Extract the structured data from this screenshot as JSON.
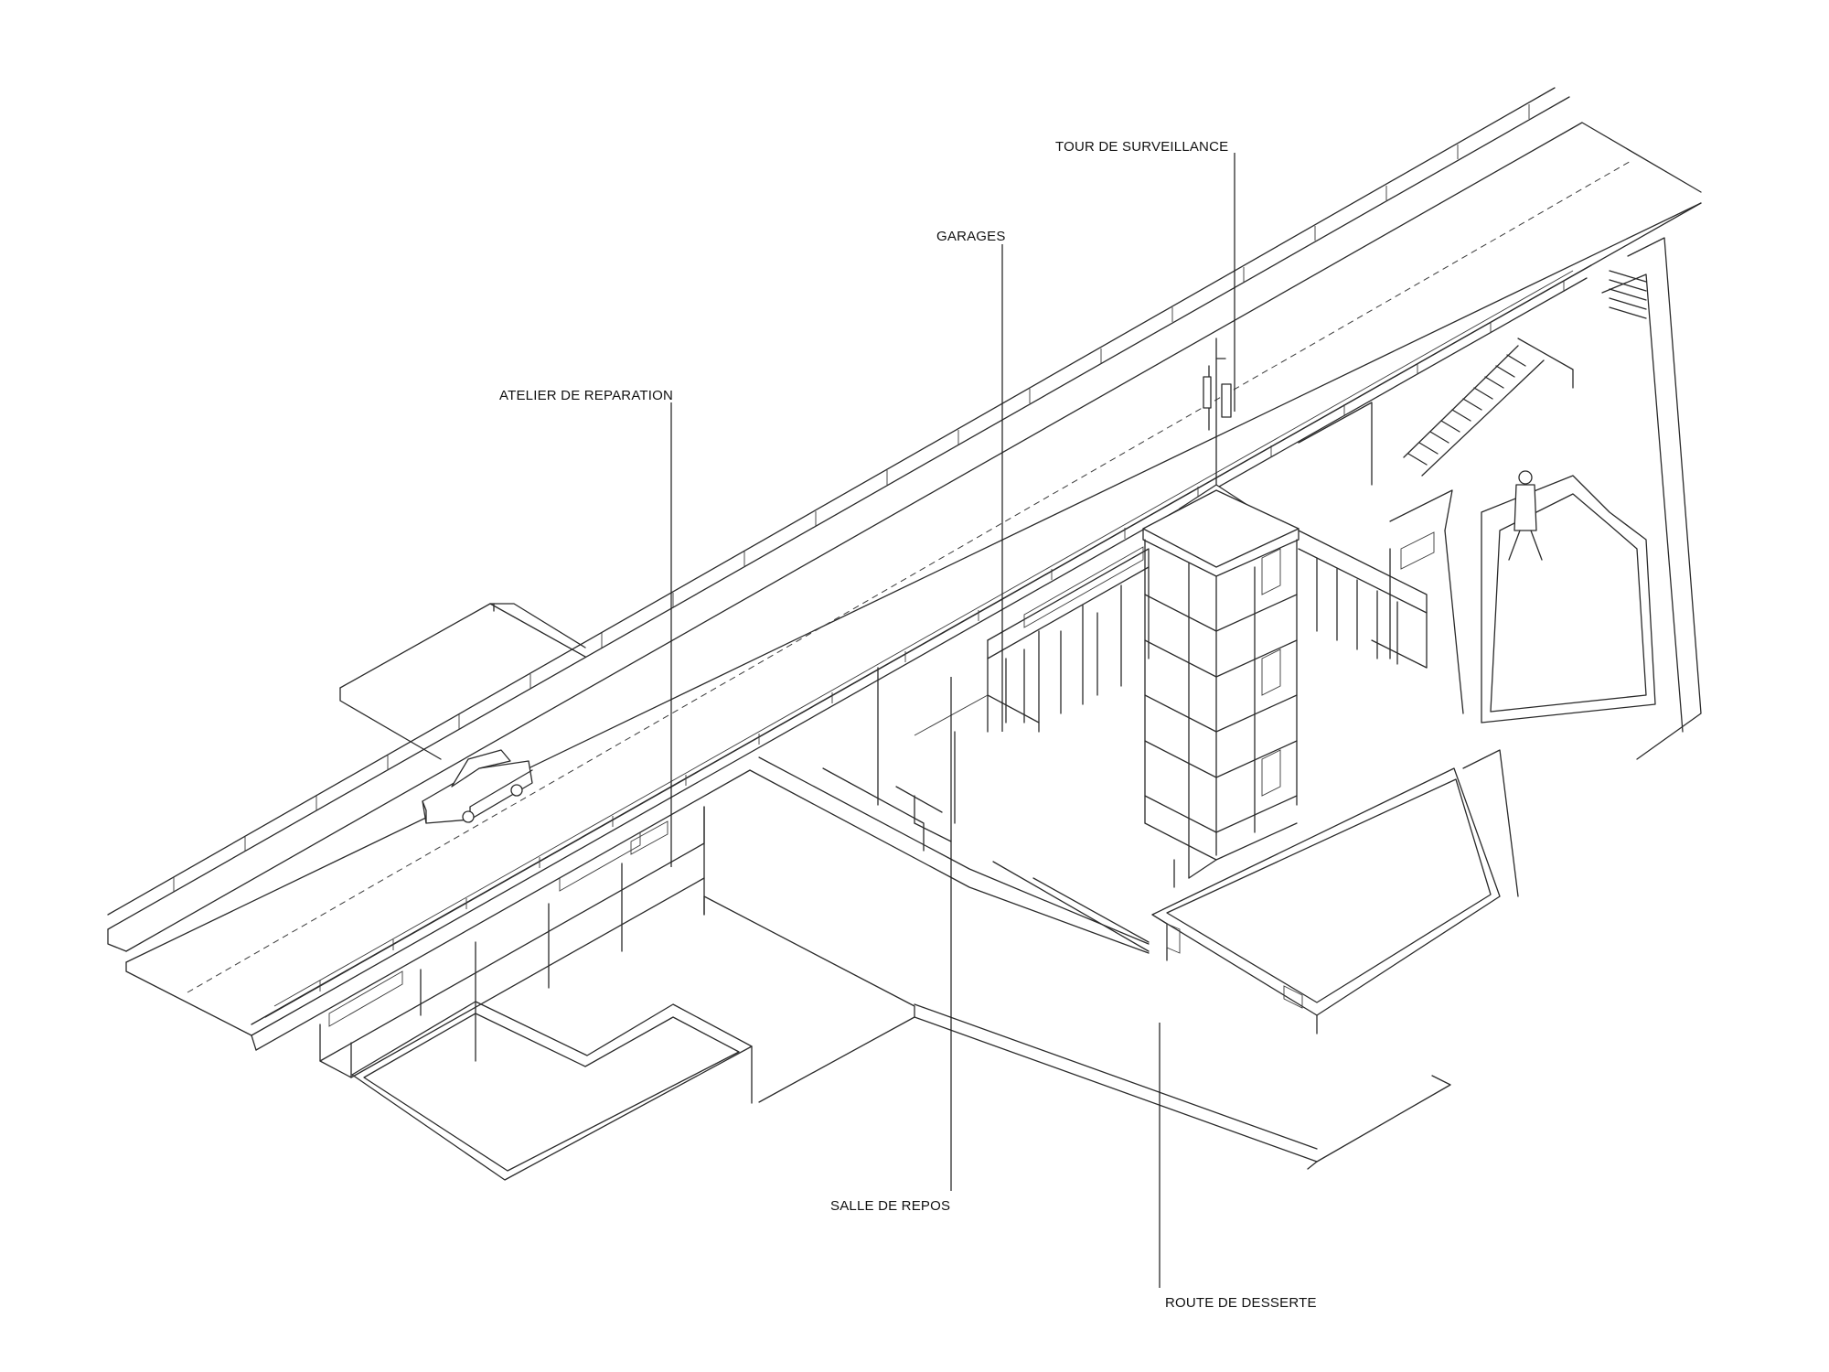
{
  "labels": {
    "watchtower": "TOUR DE SURVEILLANCE",
    "garages": "GARAGES",
    "workshop": "ATELIER DE REPARATION",
    "rest_room": "SALLE DE REPOS",
    "service_road": "ROUTE DE DESSERTE"
  },
  "colors": {
    "line": "#2a2a2a",
    "background": "#ffffff"
  }
}
